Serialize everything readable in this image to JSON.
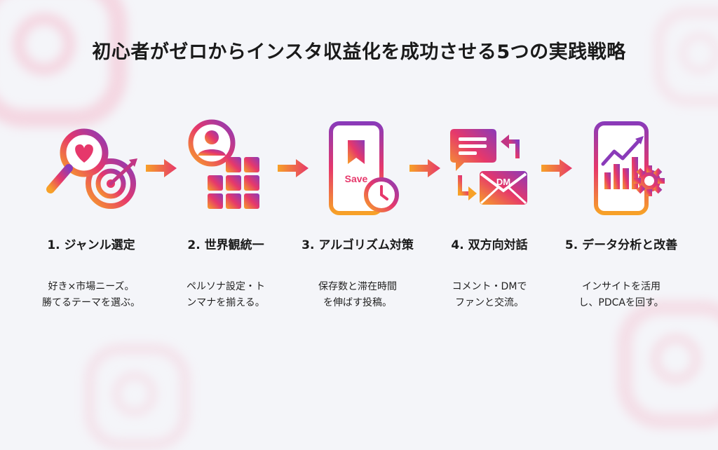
{
  "title": "初心者がゼロからインスタ収益化を成功させる5つの実践戦略",
  "colors": {
    "gradient_start": "#f7a128",
    "gradient_mid": "#e6386b",
    "gradient_end": "#8a3ab9"
  },
  "steps": [
    {
      "label": "1. ジャンル選定",
      "desc": [
        "好き×市場ニーズ。",
        "勝てるテーマを選ぶ。"
      ],
      "icon": "magnifier-heart-target-icon"
    },
    {
      "label": "2. 世界観統一",
      "desc": [
        "ペルソナ設定・ト",
        "ンマナを揃える。"
      ],
      "icon": "profile-grid-icon"
    },
    {
      "label": "3. アルゴリズム対策",
      "desc": [
        "保存数と滞在時間",
        "を伸ばす投稿。"
      ],
      "icon": "phone-save-clock-icon",
      "icon_text": "Save"
    },
    {
      "label": "4. 双方向対話",
      "desc": [
        "コメント・DMで",
        "ファンと交流。"
      ],
      "icon": "comment-dm-icon",
      "icon_text": "DM"
    },
    {
      "label": "5. データ分析と改善",
      "desc": [
        "インサイトを活用",
        "し、PDCAを回す。"
      ],
      "icon": "phone-chart-gear-icon"
    }
  ]
}
